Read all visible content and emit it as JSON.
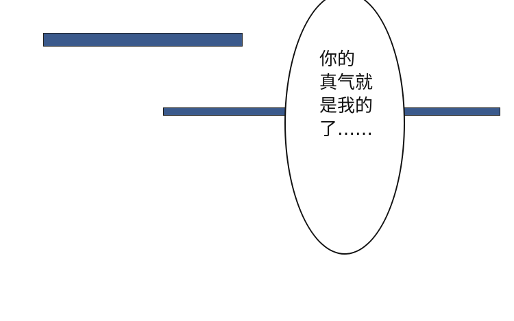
{
  "panel": {
    "bar_color": "#3b5a8c",
    "speech_bubble": {
      "lines": [
        "你的",
        "真气就",
        "是我的",
        "了……"
      ]
    }
  }
}
